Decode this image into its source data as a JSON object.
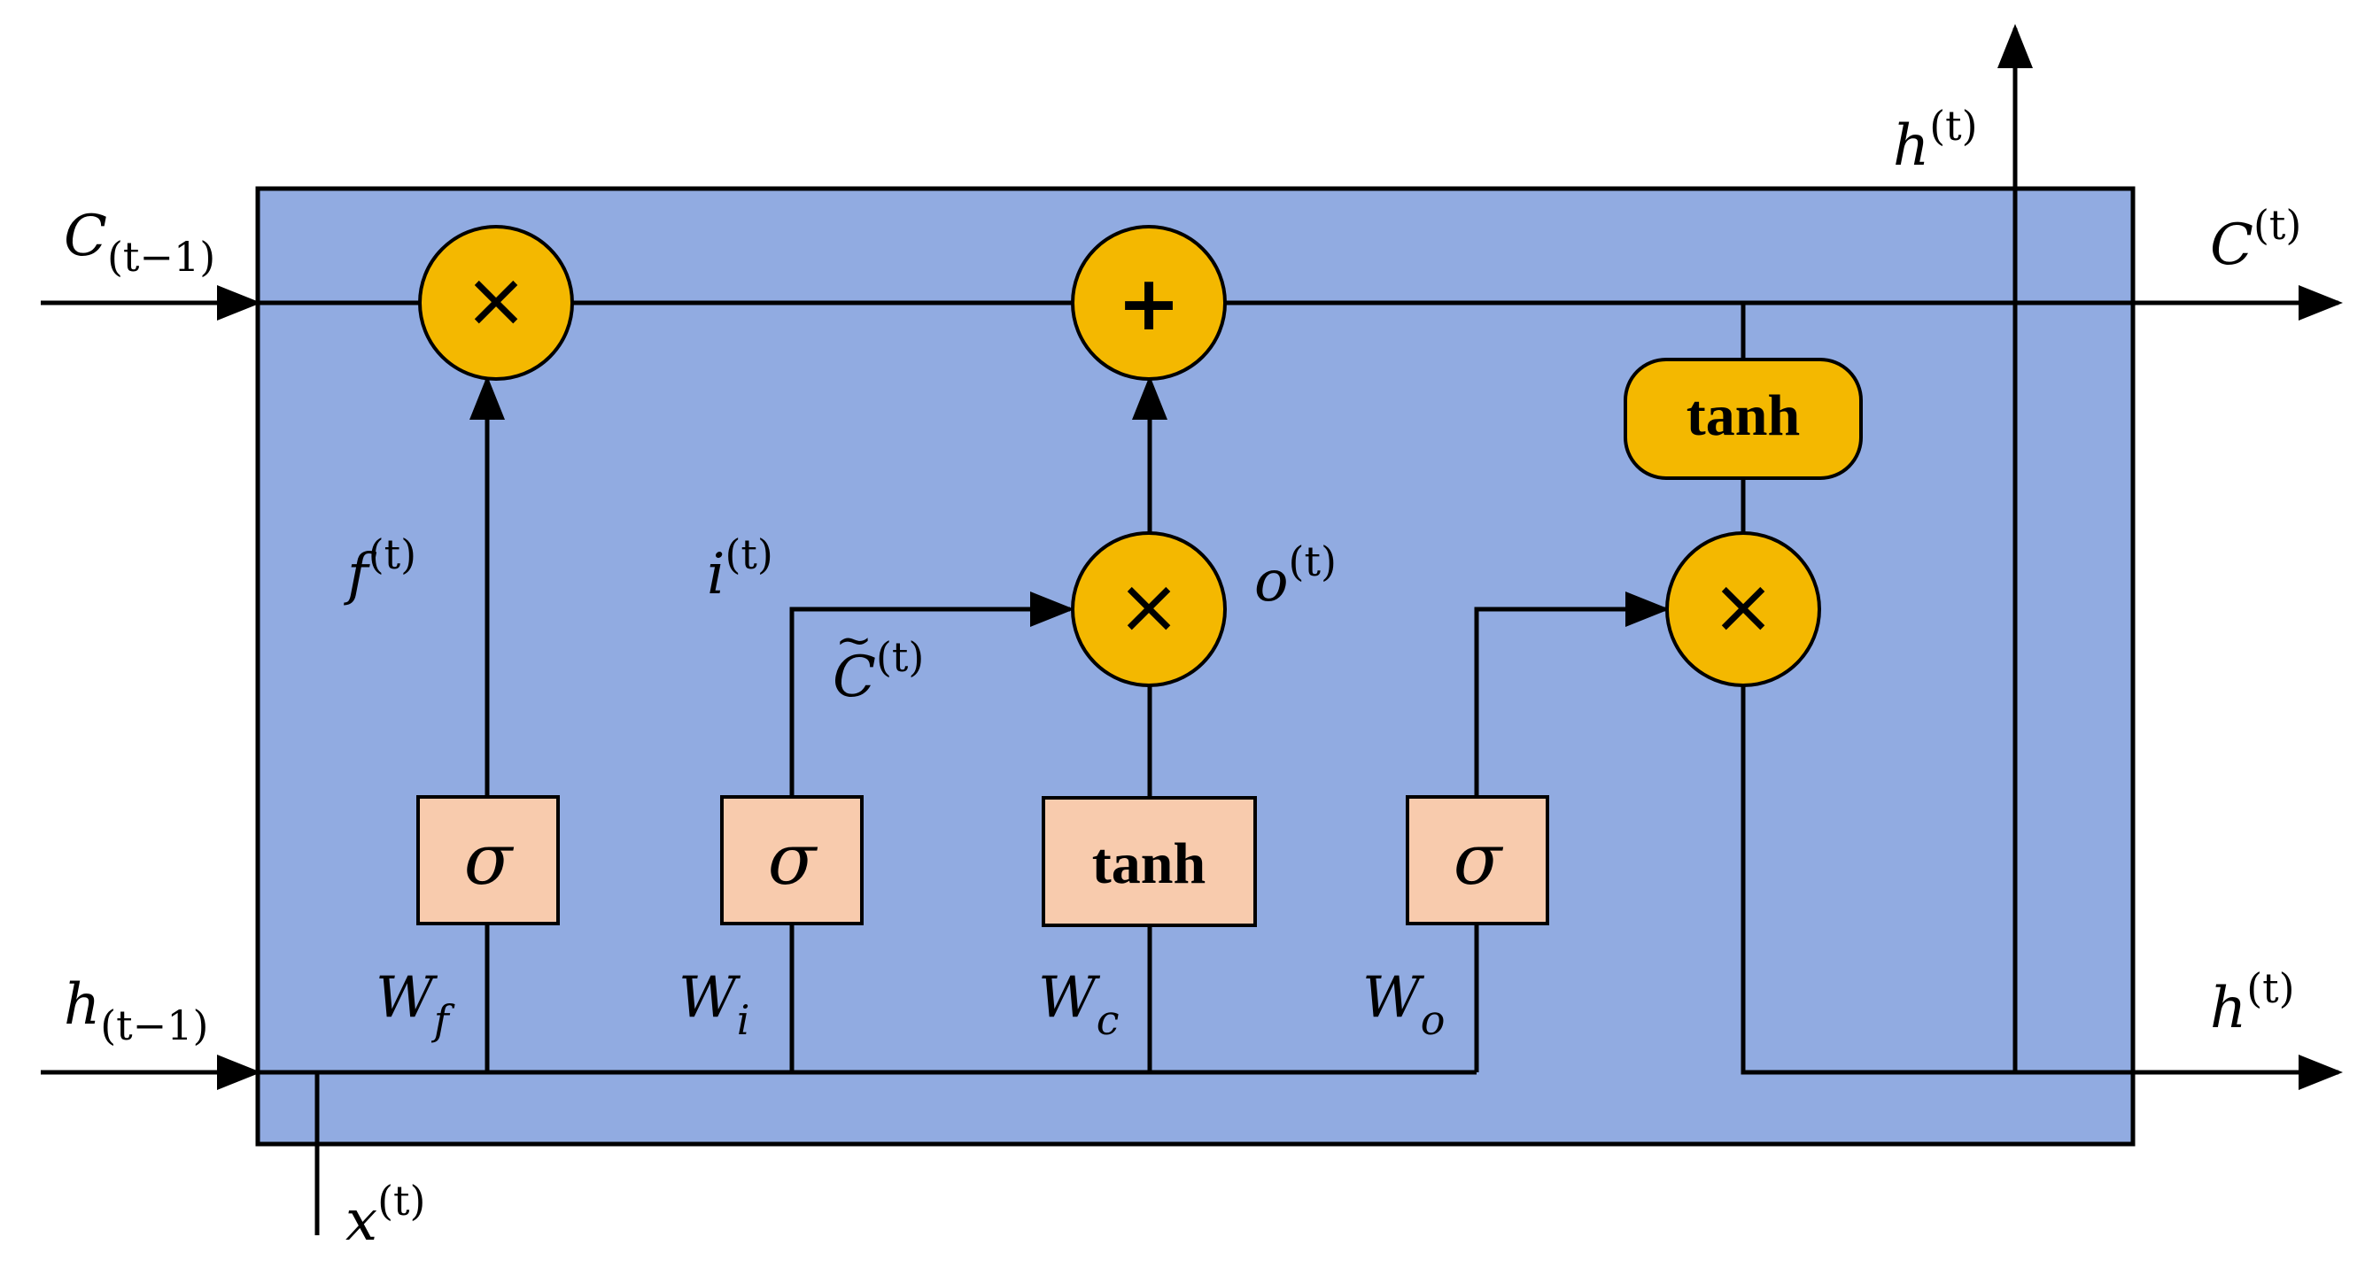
{
  "colors": {
    "cell_fill": "#91abe1",
    "op_fill": "#f4b800",
    "gate_fill": "#f8cbad",
    "stroke": "#000000",
    "background": "#ffffff"
  },
  "inputs": {
    "c_prev": {
      "base": "C",
      "sub": "(t−1)"
    },
    "h_prev": {
      "base": "h",
      "sub": "(t−1)"
    },
    "x_t": {
      "base": "x",
      "sup": "(t)"
    }
  },
  "outputs": {
    "c_t": {
      "base": "C",
      "sup": "(t)"
    },
    "h_t_right": {
      "base": "h",
      "sup": "(t)"
    },
    "h_t_top": {
      "base": "h",
      "sup": "(t)"
    }
  },
  "operators": {
    "forget_mult": "×",
    "cell_add": "+",
    "input_mult": "×",
    "output_mult": "×"
  },
  "gates": {
    "forget": {
      "symbol": "σ",
      "weight": {
        "base": "W",
        "sub": "f"
      }
    },
    "input": {
      "symbol": "σ",
      "weight": {
        "base": "W",
        "sub": "i"
      }
    },
    "candidate": {
      "symbol": "tanh",
      "weight": {
        "base": "W",
        "sub": "c"
      }
    },
    "output": {
      "symbol": "σ",
      "weight": {
        "base": "W",
        "sub": "o"
      }
    }
  },
  "cell_tanh": "tanh",
  "signal_labels": {
    "f_t": {
      "base": "f",
      "sup": "(t)"
    },
    "i_t": {
      "base": "i",
      "sup": "(t)"
    },
    "c_tilde_t": {
      "base": "C",
      "accent": "~",
      "sup": "(t)"
    },
    "o_t": {
      "base": "o",
      "sup": "(t)"
    }
  }
}
